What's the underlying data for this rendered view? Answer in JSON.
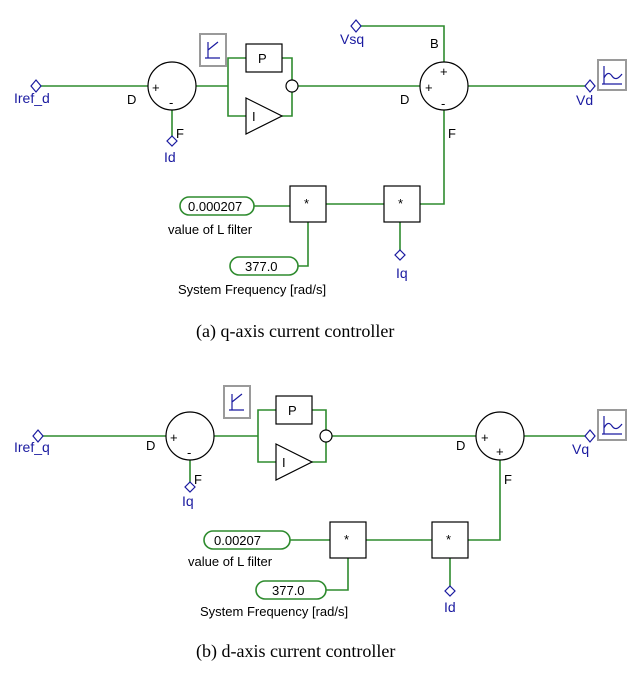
{
  "panels": [
    {
      "id": "a",
      "caption": "(a)  q-axis  current  controller",
      "input_signal": "Iref_d",
      "feedback_signal": "Id",
      "feedforward_signal": "Vsq",
      "output_signal": "Vd",
      "cross_signal": "Iq",
      "filter_value": "0.000207",
      "filter_label": "value of L filter",
      "freq_value": "377.0",
      "freq_label": "System Frequency [rad/s]",
      "sum1": {
        "D": "D",
        "F": "F",
        "plus": "+",
        "minus": "-"
      },
      "sum2": {
        "B": "B",
        "D": "D",
        "F": "F",
        "plus_top": "+",
        "plus_left": "+",
        "minus": "-"
      },
      "p_block": "P",
      "i_block": "I",
      "mult": "*"
    },
    {
      "id": "b",
      "caption": "(b)  d-axis  current  controller",
      "input_signal": "Iref_q",
      "feedback_signal": "Iq",
      "output_signal": "Vq",
      "cross_signal": "Id",
      "filter_value": "0.00207",
      "filter_label": "value of L filter",
      "freq_value": "377.0",
      "freq_label": "System Frequency [rad/s]",
      "sum1": {
        "D": "D",
        "F": "F",
        "plus": "+",
        "minus": "-"
      },
      "sum2": {
        "D": "D",
        "F": "F",
        "plus_left": "+",
        "plus_bottom": "+"
      },
      "p_block": "P",
      "i_block": "I",
      "mult": "*"
    }
  ]
}
